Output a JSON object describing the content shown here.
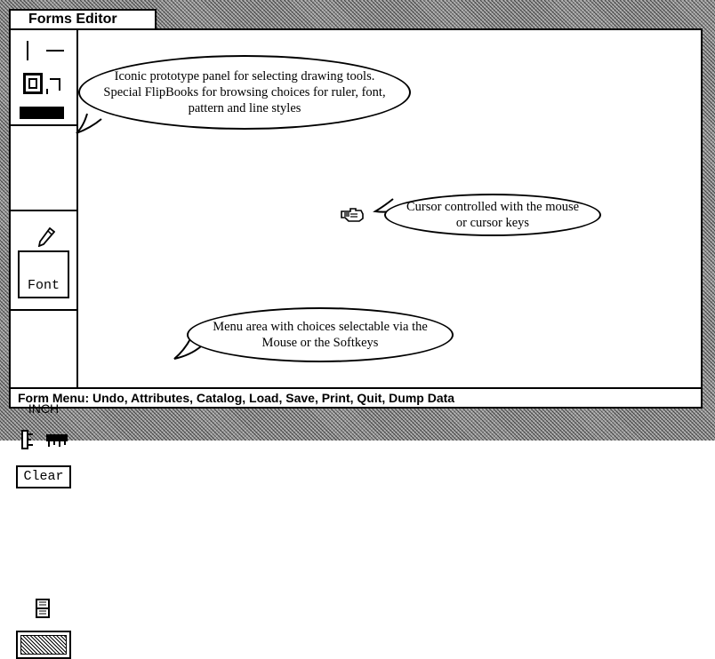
{
  "window": {
    "title": "Forms Editor"
  },
  "palette": {
    "font_label": "Font",
    "ruler_unit": "INCH",
    "clear_label": "Clear"
  },
  "menu_bar": {
    "text": "Form Menu: Undo, Attributes, Catalog, Load, Save, Print, Quit, Dump Data"
  },
  "callouts": {
    "palette": "Iconic prototype panel for selecting drawing tools.  Special FlipBooks for browsing choices for ruler, font, pattern and line styles",
    "cursor": "Cursor controlled with the mouse or cursor keys",
    "menu": "Menu  area with choices selectable via the Mouse or the Softkeys"
  },
  "icons": {
    "vertical_line": "vertical-line-icon",
    "horizontal_line": "horizontal-line-icon",
    "rectangle": "rectangle-icon",
    "corner": "corner-icon",
    "line_width": "line-width-icon",
    "pencil": "pencil-icon",
    "ruler_vertical": "ruler-vertical-icon",
    "ruler_horizontal": "ruler-horizontal-icon",
    "pattern_flipbook": "pattern-flipbook-icon",
    "cursor": "hand-cursor-icon"
  }
}
